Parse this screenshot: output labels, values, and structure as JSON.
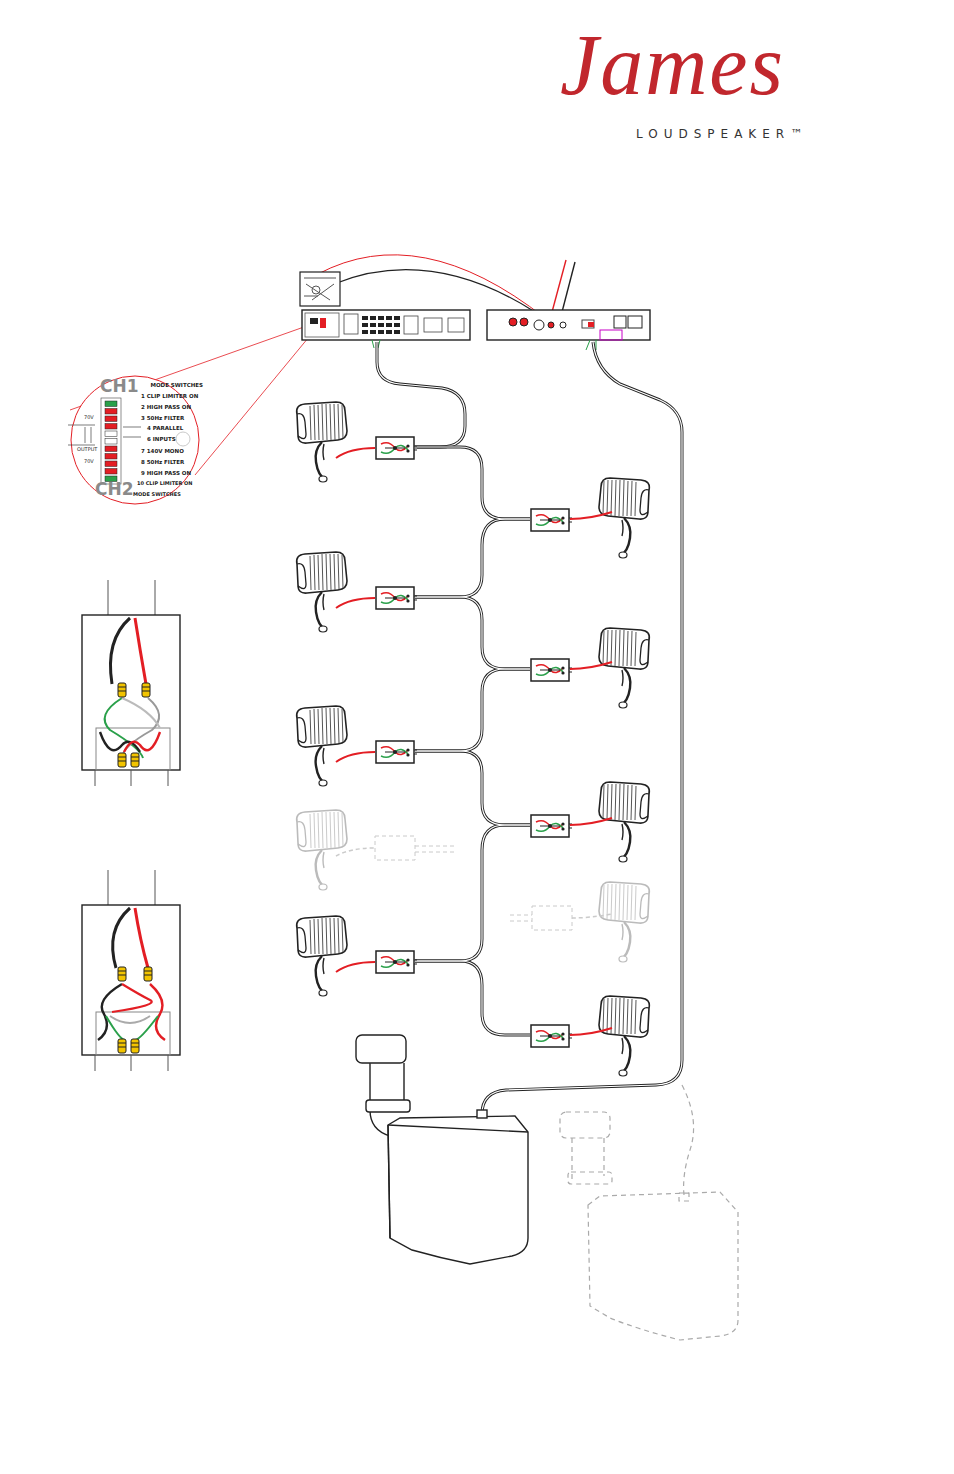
{
  "diagram": {
    "nodes": [
      {
        "text": [
          "CH1",
          "MODE SWITCHES",
          "1 CLIP LIMITER ON",
          "2 HIGH PASS ON",
          "3 50Hz FILTER",
          "4 PARALLEL",
          "6 INPUTS",
          "70V",
          "OUTPUT",
          "70V",
          "7 140V MONO",
          "8 50Hz FILTER",
          "9 HIGH PASS ON",
          "10 CLIP LIMITER ON",
          "MODE SWITCHES",
          "CH2"
        ]
      }
    ],
    "labels": [
      "James",
      "LOUDSPEAKER™"
    ]
  }
}
